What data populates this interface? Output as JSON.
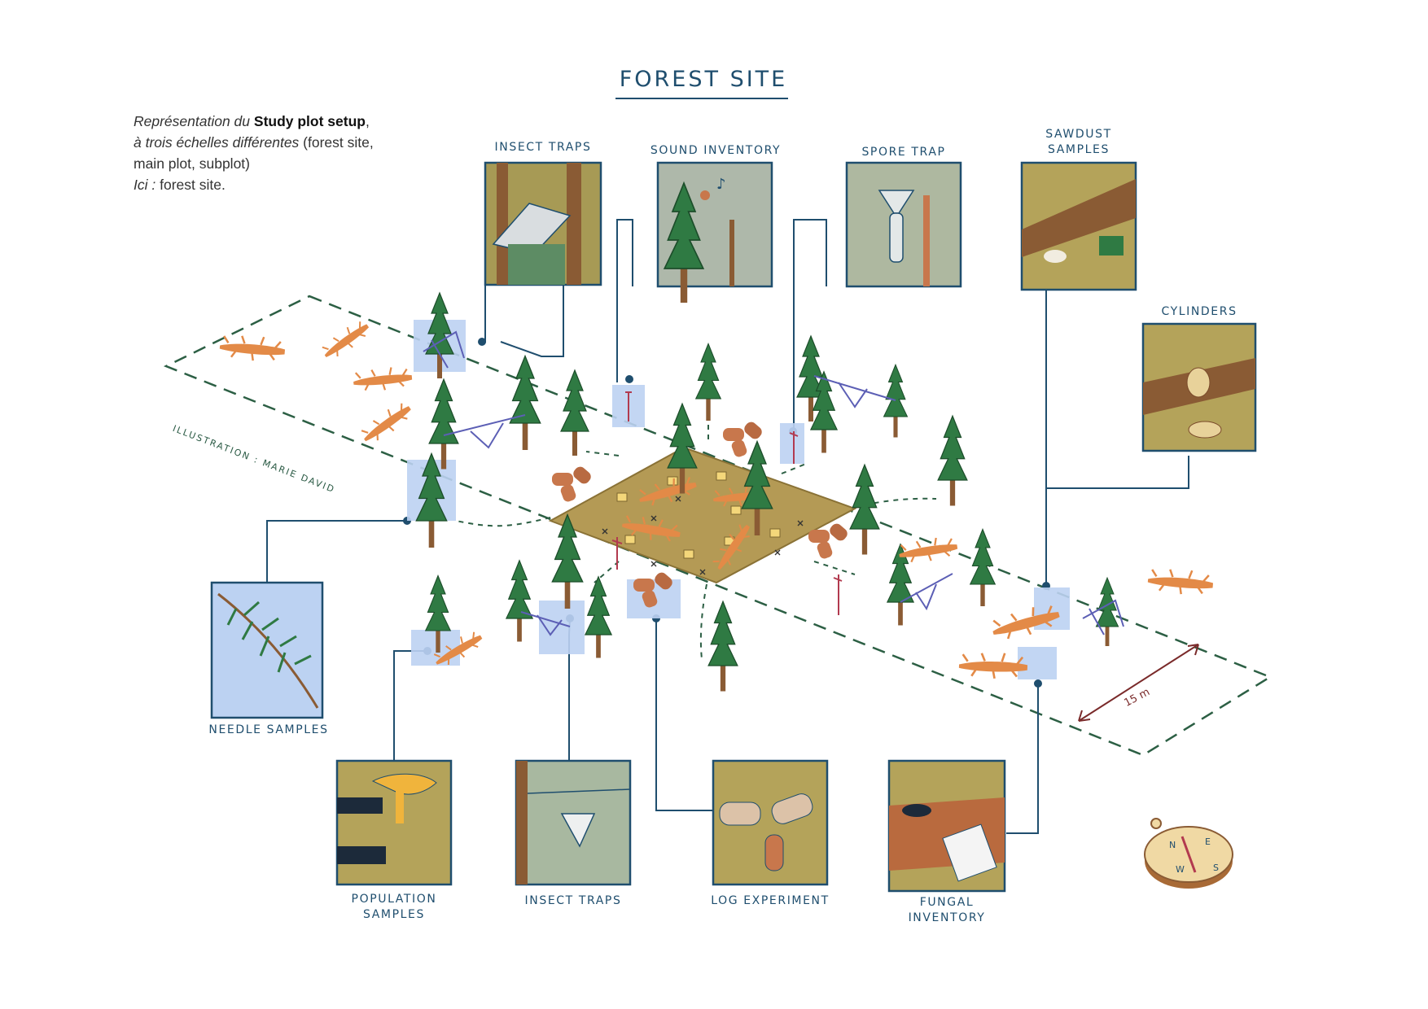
{
  "title": "FOREST SITE",
  "caption": {
    "line1_prefix": "Représentation du ",
    "line1_bold": "Study plot setup",
    "line1_suffix": ",",
    "line2_italic": "à trois échelles différentes",
    "line2_rest": " (forest site,",
    "line3": "main plot, subplot)",
    "line4_italic": "Ici :",
    "line4_rest": " forest site."
  },
  "credit": "ILLUSTRATION : MARIE DAVID",
  "distance_label": "15 m",
  "panels": {
    "insect_traps_top": "INSECT TRAPS",
    "sound_inventory": "SOUND INVENTORY",
    "spore_trap": "SPORE TRAP",
    "sawdust_line1": "SAWDUST",
    "sawdust_line2": "SAMPLES",
    "cylinders": "CYLINDERS",
    "needle_samples": "NEEDLE SAMPLES",
    "population_line1": "POPULATION",
    "population_line2": "SAMPLES",
    "insect_traps_bottom": "INSECT TRAPS",
    "log_experiment": "LOG EXPERIMENT",
    "fungal_line1": "FUNGAL",
    "fungal_line2": "INVENTORY"
  },
  "compass": {
    "n": "N",
    "e": "E",
    "s": "S",
    "w": "W"
  },
  "colors": {
    "ink": "#1f4e6e",
    "plot": "#b49a55",
    "highlight": "#bcd2f2",
    "log": "#e38a47",
    "tree": "#2f7a43",
    "trunk": "#8a5b34",
    "boundary": "#2c5f44"
  }
}
